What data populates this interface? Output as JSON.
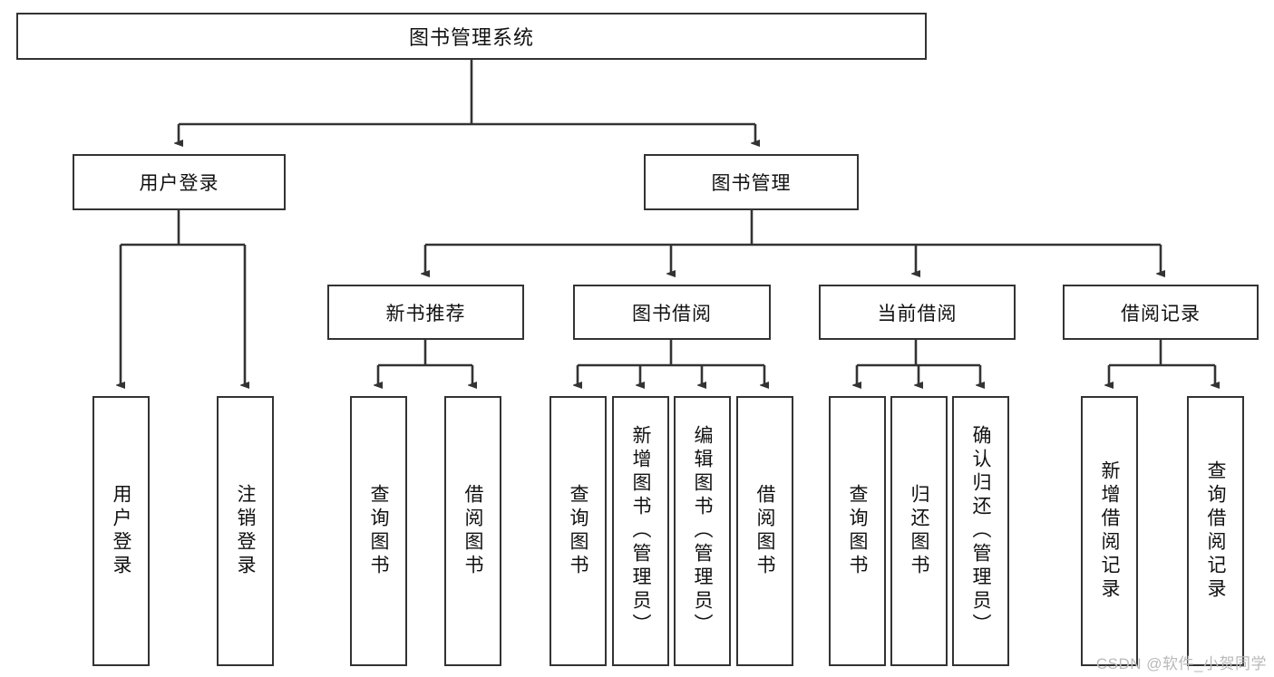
{
  "diagram": {
    "type": "tree",
    "title": "图书管理系统",
    "root": {
      "label": "图书管理系统",
      "children": [
        {
          "label": "用户登录",
          "children": [
            {
              "label": "用户登录"
            },
            {
              "label": "注销登录"
            }
          ]
        },
        {
          "label": "图书管理",
          "children": [
            {
              "label": "新书推荐",
              "children": [
                {
                  "label": "查询图书"
                },
                {
                  "label": "借阅图书"
                }
              ]
            },
            {
              "label": "图书借阅",
              "children": [
                {
                  "label": "查询图书"
                },
                {
                  "label": "新增图书（管理员）"
                },
                {
                  "label": "编辑图书（管理员）"
                },
                {
                  "label": "借阅图书"
                }
              ]
            },
            {
              "label": "当前借阅",
              "children": [
                {
                  "label": "查询图书"
                },
                {
                  "label": "归还图书"
                },
                {
                  "label": "确认归还（管理员）"
                }
              ]
            },
            {
              "label": "借阅记录",
              "children": [
                {
                  "label": "新增借阅记录"
                },
                {
                  "label": "查询借阅记录"
                }
              ]
            }
          ]
        }
      ]
    }
  },
  "nodes": {
    "root": "图书管理系统",
    "l1": {
      "user_login": "用户登录",
      "book_manage": "图书管理"
    },
    "l2": {
      "new_book_rec": "新书推荐",
      "book_borrow": "图书借阅",
      "current_borrow": "当前借阅",
      "borrow_record": "借阅记录"
    },
    "leaves": {
      "user_login_1": "用户登录",
      "user_login_2": "注销登录",
      "new_book_1": "查询图书",
      "new_book_2": "借阅图书",
      "borrow_1": "查询图书",
      "borrow_2": "新增图书（管理员）",
      "borrow_3": "编辑图书（管理员）",
      "borrow_4": "借阅图书",
      "current_1": "查询图书",
      "current_2": "归还图书",
      "current_3": "确认归还（管理员）",
      "record_1": "新增借阅记录",
      "record_2": "查询借阅记录"
    }
  },
  "watermark": "CSDN @软件_小贺同学",
  "colors": {
    "border": "#333333",
    "background": "#ffffff",
    "text": "#111111",
    "watermark": "#b9b9b9"
  }
}
